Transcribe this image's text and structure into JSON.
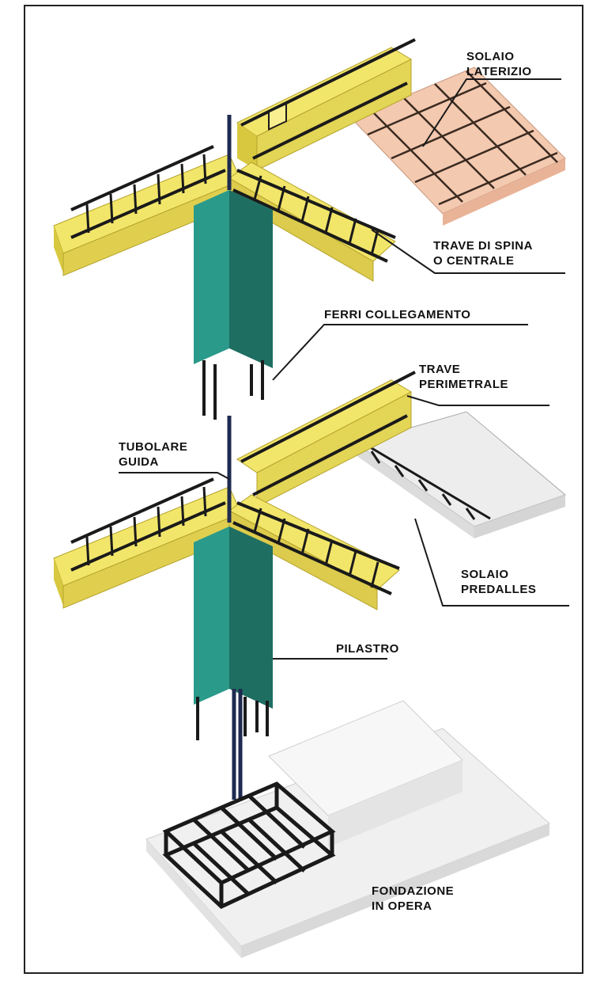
{
  "labels": {
    "solaio_laterizio": "SOLAIO\nLATERIZIO",
    "trave_spina": "TRAVE DI SPINA\nO CENTRALE",
    "ferri_collegamento": "FERRI COLLEGAMENTO",
    "trave_perimetrale": "TRAVE\nPERIMETRALE",
    "tubolare_guida": "TUBOLARE\nGUIDA",
    "solaio_predalles": "SOLAIO\nPREDALLES",
    "pilastro": "PILASTRO",
    "fondazione": "FONDAZIONE\nIN OPERA"
  },
  "colors": {
    "beam_yellow": "#f2e66a",
    "beam_shade": "#d8c840",
    "column_teal": "#2a9a8a",
    "column_dark": "#1e6e62",
    "brick_pink": "#f3c9b0",
    "predalles_gray": "#e6e6e6",
    "rebar_black": "#1a1a1a"
  }
}
